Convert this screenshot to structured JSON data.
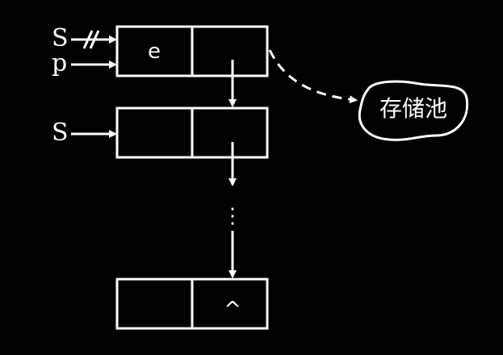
{
  "diagram": {
    "pointers": {
      "top_s": "S",
      "top_s_mark": "//",
      "p": "p",
      "second_s": "S"
    },
    "nodes": [
      {
        "data": "e",
        "next": ""
      },
      {
        "data": "",
        "next": ""
      },
      {
        "data": "",
        "next": "^"
      }
    ],
    "ellipsis": "⋮",
    "storage_pool": "存储池"
  },
  "colors": {
    "background": "#000000",
    "stroke": "#ffffff"
  }
}
